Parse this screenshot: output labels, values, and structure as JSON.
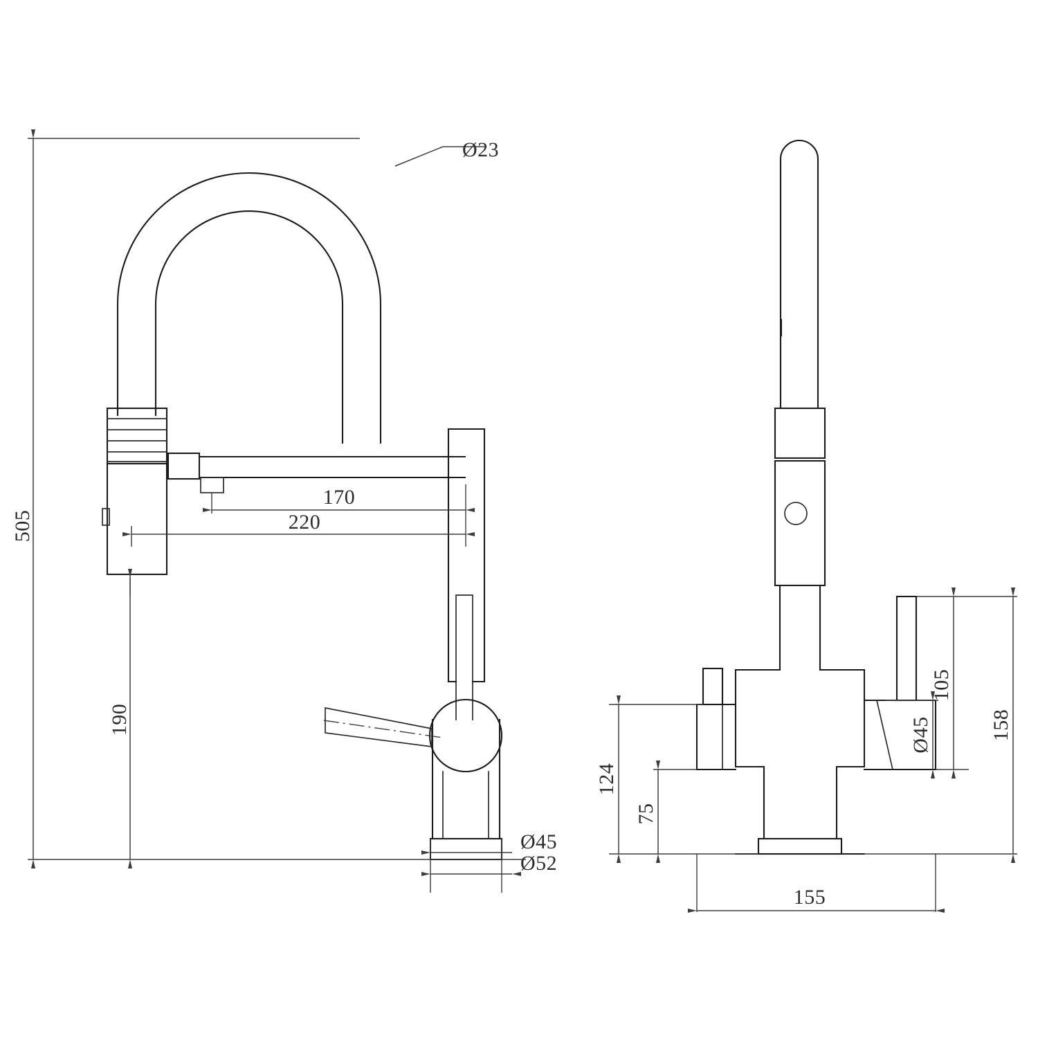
{
  "drawing": {
    "type": "technical-dimension-drawing",
    "subject": "kitchen-mixer-tap-with-pull-down-spring-spout",
    "background_color": "#ffffff",
    "line_color": "#1a1a1a",
    "dimension_color": "#3c3c3c",
    "units": "mm",
    "views": [
      {
        "id": "front-view",
        "label": ""
      },
      {
        "id": "side-view",
        "label": ""
      }
    ],
    "dimensions": {
      "overall_height": "505",
      "spout_height": "190",
      "spout_reach_inner": "170",
      "spout_reach_outer": "220",
      "hose_diameter": "Ø23",
      "base_diameter_inner": "Ø45",
      "base_diameter_outer": "Ø52",
      "side_handle_height": "124",
      "side_lower_height": "75",
      "side_valve_height": "105",
      "side_valve_diameter": "Ø45",
      "side_overall_height": "158",
      "side_width": "155"
    },
    "labels": {
      "d23": "Ø23",
      "h505": "505",
      "h190": "190",
      "w170": "170",
      "w220": "220",
      "d45_base": "Ø45",
      "d52_base": "Ø52",
      "h124": "124",
      "h75": "75",
      "h105": "105",
      "d45_side": "Ø45",
      "h158": "158",
      "w155": "155"
    }
  }
}
